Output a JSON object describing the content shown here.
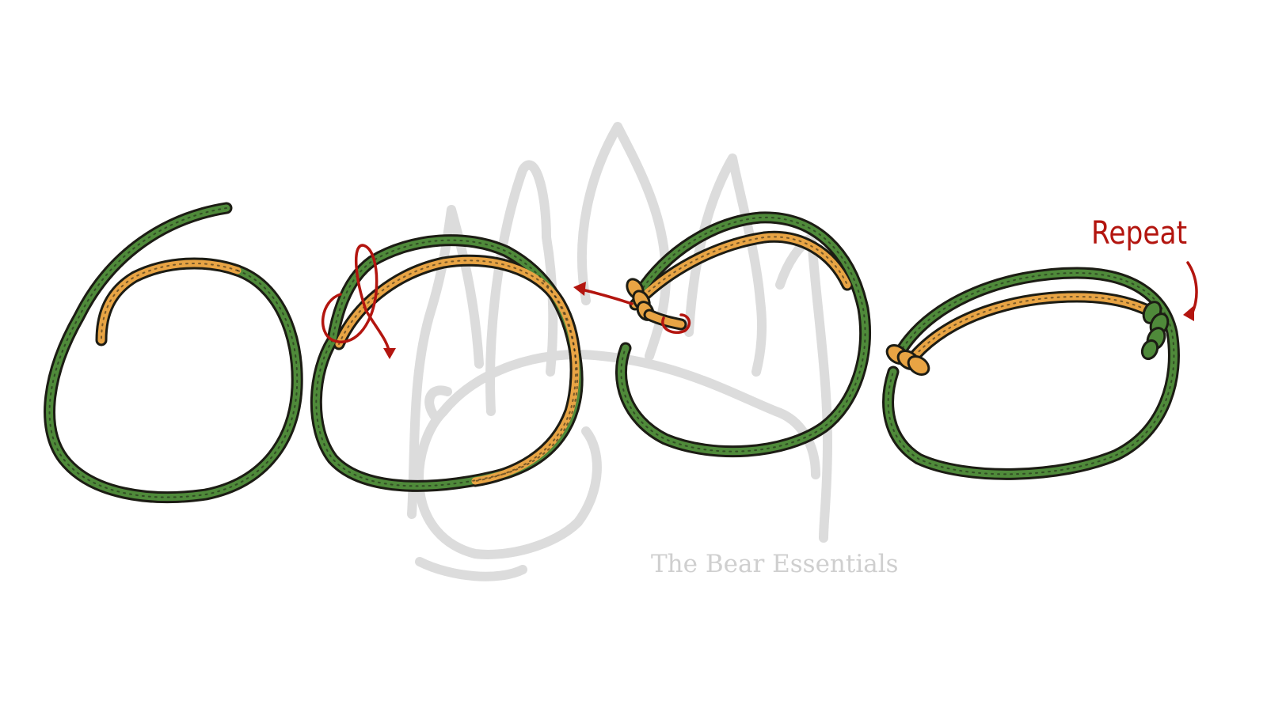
{
  "annotation": {
    "repeat_label": "Repeat"
  },
  "watermark": {
    "text": "The Bear Essentials"
  },
  "steps": [
    {
      "id": "step-1"
    },
    {
      "id": "step-2"
    },
    {
      "id": "step-3"
    },
    {
      "id": "step-4"
    }
  ],
  "colors": {
    "rope_outline": "#1c1c14",
    "standing_part": "#4f8a3a",
    "working_end": "#e8a444",
    "arrow": "#b3150f",
    "watermark": "#dcdcdc",
    "watermark_text": "#cfcfcf",
    "background": "#ffffff"
  }
}
